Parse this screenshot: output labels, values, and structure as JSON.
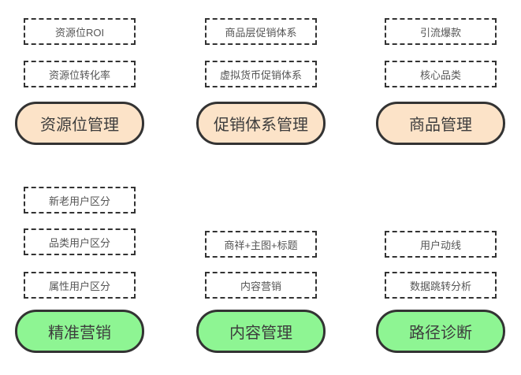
{
  "colors": {
    "orange_fill": "#FCE3C8",
    "green_fill": "#8EF593",
    "border": "#333333",
    "text_small": "#555555",
    "text_large": "#3D3D3D",
    "background": "#FFFFFF"
  },
  "groups": [
    {
      "manager": "资源位管理",
      "type": "orange",
      "items": [
        "资源位ROI",
        "资源位转化率"
      ]
    },
    {
      "manager": "促销体系管理",
      "type": "orange",
      "items": [
        "商品层促销体系",
        "虚拟货币促销体系"
      ]
    },
    {
      "manager": "商品管理",
      "type": "orange",
      "items": [
        "引流爆款",
        "核心品类"
      ]
    },
    {
      "manager": "精准营销",
      "type": "green",
      "items": [
        "新老用户区分",
        "品类用户区分",
        "属性用户区分"
      ]
    },
    {
      "manager": "内容管理",
      "type": "green",
      "items": [
        "商祥+主图+标题",
        "内容营销"
      ]
    },
    {
      "manager": "路径诊断",
      "type": "green",
      "items": [
        "用户动线",
        "数据跳转分析"
      ]
    }
  ]
}
